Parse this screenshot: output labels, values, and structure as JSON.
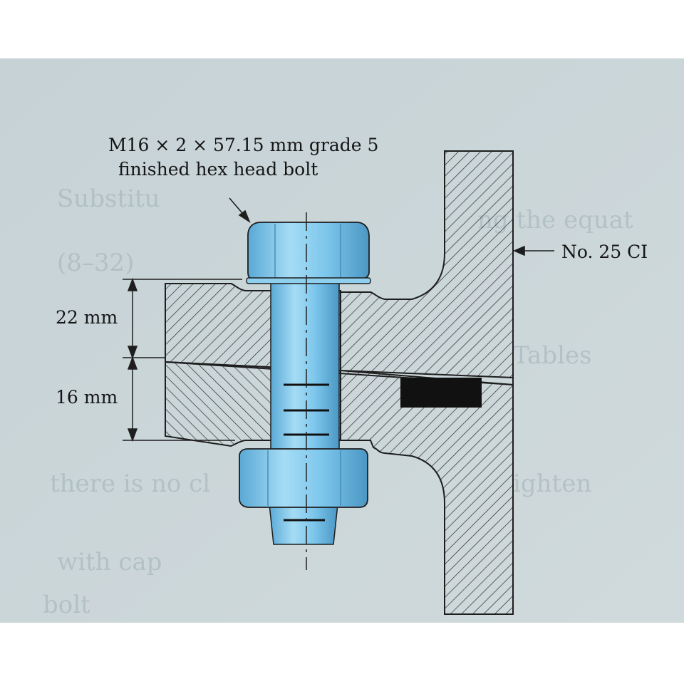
{
  "bolt_callout": {
    "line1": "M16 × 2 × 57.15 mm grade 5",
    "line2": "finished hex head bolt"
  },
  "material_label": "No. 25 CI",
  "dimensions": {
    "upper_thickness": "22 mm",
    "lower_thickness": "16 mm"
  },
  "colors": {
    "page_background": "#cbd7da",
    "bolt_fill": "#74c3ea",
    "hatch_lines": "#222222",
    "gasket_block": "#111111"
  }
}
